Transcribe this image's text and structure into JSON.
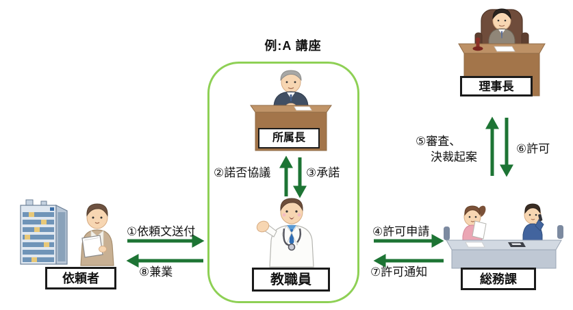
{
  "title": "例:A 講座",
  "nodes": {
    "requester": {
      "label": "依頼者"
    },
    "department_head": {
      "label": "所属長"
    },
    "staff": {
      "label": "教職員"
    },
    "general_affairs": {
      "label": "総務課"
    },
    "chairman": {
      "label": "理事長"
    }
  },
  "flows": {
    "step1": {
      "label": "①依頼文送付"
    },
    "step2": {
      "label": "②諾否協議"
    },
    "step3": {
      "label": "③承諾"
    },
    "step4": {
      "label": "④許可申請"
    },
    "step5": {
      "line1": "⑤審査、",
      "line2": "決裁起案"
    },
    "step6": {
      "label": "⑥許可"
    },
    "step7": {
      "label": "⑦許可通知"
    },
    "step8": {
      "label": "⑧兼業"
    }
  },
  "colors": {
    "arrow_green": "#1d7434",
    "group_box_green": "#8ed055"
  }
}
